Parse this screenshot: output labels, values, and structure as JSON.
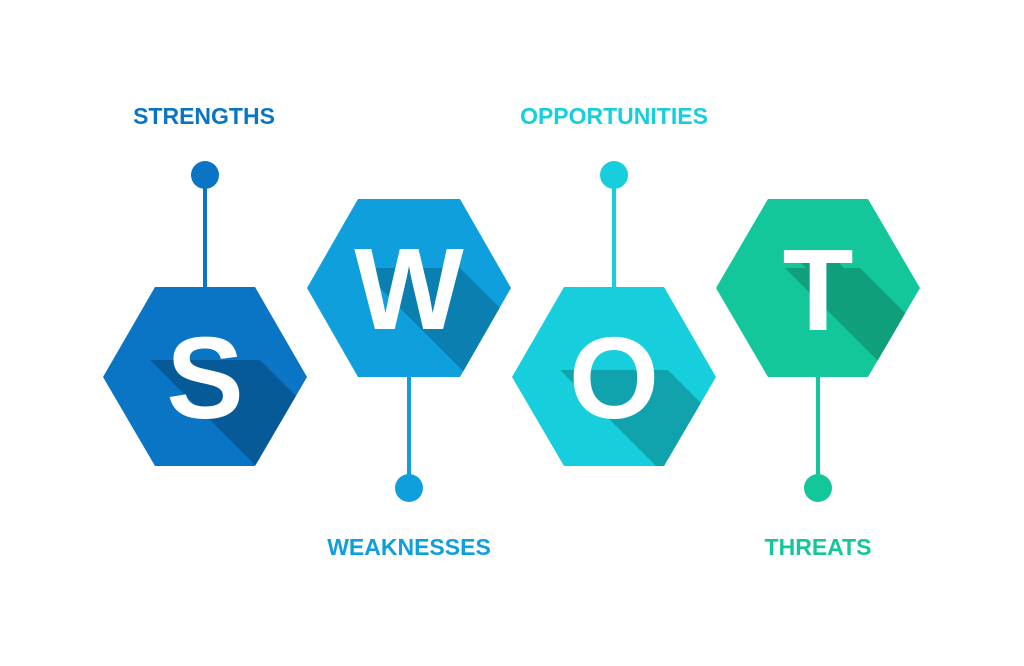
{
  "diagram": {
    "items": [
      {
        "letter": "S",
        "label": "STRENGTHS",
        "color": "#0a75c4",
        "shadow": "#075a98",
        "label_color": "#0a75c4",
        "label_side": "top"
      },
      {
        "letter": "W",
        "label": "WEAKNESSES",
        "color": "#0f9fdc",
        "shadow": "#0b7fb0",
        "label_color": "#0f9fdc",
        "label_side": "bottom"
      },
      {
        "letter": "O",
        "label": "OPPORTUNITIES",
        "color": "#17cfdc",
        "shadow": "#10a3ad",
        "label_color": "#17cfdc",
        "label_side": "top"
      },
      {
        "letter": "T",
        "label": "THREATS",
        "color": "#14c79a",
        "shadow": "#0fa07b",
        "label_color": "#14c79a",
        "label_side": "bottom"
      }
    ]
  }
}
